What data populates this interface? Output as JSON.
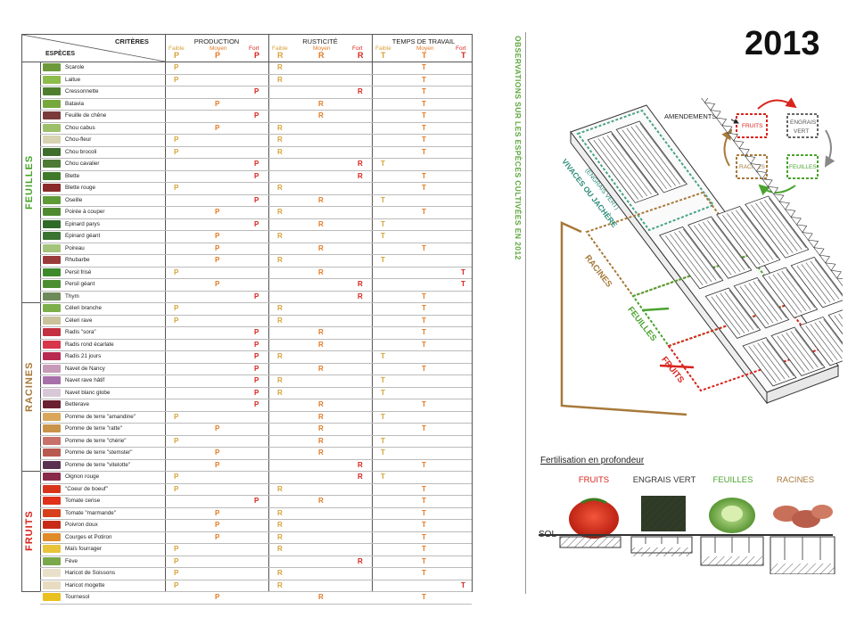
{
  "year": "2013",
  "side_title": "OBSERVATIONS SUR LES ESPÈCES CULTIVÉES EN 2012",
  "table": {
    "corner_criteres": "CRITÈRES",
    "corner_especes": "ESPÈCES",
    "groups": [
      {
        "title": "PRODUCTION",
        "letter": "P"
      },
      {
        "title": "RUSTICITÉ",
        "letter": "R"
      },
      {
        "title": "TEMPS DE TRAVAIL",
        "letter": "T"
      }
    ],
    "levels": [
      "Faible",
      "Moyen",
      "Fort"
    ],
    "categories": [
      {
        "name": "FEUILLES",
        "color": "#4aa32e",
        "start": 0,
        "count": 20
      },
      {
        "name": "RACINES",
        "color": "#a7793a",
        "start": 20,
        "count": 14
      },
      {
        "name": "FRUITS",
        "color": "#d8241c",
        "start": 34,
        "count": 10
      }
    ],
    "rows": [
      {
        "name": "Scarole",
        "p": 0,
        "r": 0,
        "t": 1,
        "thumb": "#6c9a3a"
      },
      {
        "name": "Laitue",
        "p": 0,
        "r": 0,
        "t": 1,
        "thumb": "#8cbc4a"
      },
      {
        "name": "Cressonnette",
        "p": 2,
        "r": 2,
        "t": 1,
        "thumb": "#4f7f2e"
      },
      {
        "name": "Batavia",
        "p": 1,
        "r": 1,
        "t": 1,
        "thumb": "#77a83c"
      },
      {
        "name": "Feuille de chêne",
        "p": 2,
        "r": 1,
        "t": 1,
        "thumb": "#7a3a3a"
      },
      {
        "name": "Chou cabus",
        "p": 1,
        "r": 0,
        "t": 1,
        "thumb": "#9cc06a"
      },
      {
        "name": "Chou-fleur",
        "p": 0,
        "r": 0,
        "t": 1,
        "thumb": "#d7d2b0"
      },
      {
        "name": "Chou brocoli",
        "p": 0,
        "r": 0,
        "t": 1,
        "thumb": "#3f6e2c"
      },
      {
        "name": "Chou cavalier",
        "p": 2,
        "r": 2,
        "t": 0,
        "thumb": "#4e7a36"
      },
      {
        "name": "Blette",
        "p": 2,
        "r": 2,
        "t": 1,
        "thumb": "#3f7a2b"
      },
      {
        "name": "Blette rouge",
        "p": 0,
        "r": 0,
        "t": 1,
        "thumb": "#8a2a2a"
      },
      {
        "name": "Oseille",
        "p": 2,
        "r": 1,
        "t": 0,
        "thumb": "#5e9a36"
      },
      {
        "name": "Poirée à couper",
        "p": 1,
        "r": 0,
        "t": 1,
        "thumb": "#4f8a30"
      },
      {
        "name": "Epinard parys",
        "p": 2,
        "r": 1,
        "t": 0,
        "thumb": "#2f6a28"
      },
      {
        "name": "Epinard géant",
        "p": 1,
        "r": 0,
        "t": 0,
        "thumb": "#3a7430"
      },
      {
        "name": "Poireau",
        "p": 1,
        "r": 1,
        "t": 1,
        "thumb": "#a4c47c"
      },
      {
        "name": "Rhubarbe",
        "p": 1,
        "r": 0,
        "t": 0,
        "thumb": "#9a3a3a"
      },
      {
        "name": "Persil frisé",
        "p": 0,
        "r": 1,
        "t": 2,
        "thumb": "#3d8a2c"
      },
      {
        "name": "Persil géant",
        "p": 1,
        "r": 2,
        "t": 2,
        "thumb": "#4c8f32"
      },
      {
        "name": "Thym",
        "p": 2,
        "r": 2,
        "t": 1,
        "thumb": "#6f8a5a"
      },
      {
        "name": "Céleri branche",
        "p": 0,
        "r": 0,
        "t": 1,
        "thumb": "#7cae4a"
      },
      {
        "name": "Céleri rave",
        "p": 0,
        "r": 0,
        "t": 1,
        "thumb": "#c9c29a"
      },
      {
        "name": "Radis \"sora\"",
        "p": 2,
        "r": 1,
        "t": 1,
        "thumb": "#c43040"
      },
      {
        "name": "Radis rond écarlate",
        "p": 2,
        "r": 1,
        "t": 1,
        "thumb": "#d8344a"
      },
      {
        "name": "Radis 21 jours",
        "p": 2,
        "r": 0,
        "t": 0,
        "thumb": "#b82a50"
      },
      {
        "name": "Navet de Nancy",
        "p": 2,
        "r": 1,
        "t": 1,
        "thumb": "#c79ab8"
      },
      {
        "name": "Navet rave hâtif",
        "p": 2,
        "r": 0,
        "t": 0,
        "thumb": "#a870a8"
      },
      {
        "name": "Navet blanc globe",
        "p": 2,
        "r": 0,
        "t": 0,
        "thumb": "#d7c8d8"
      },
      {
        "name": "Betterave",
        "p": 2,
        "r": 1,
        "t": 1,
        "thumb": "#6a2030"
      },
      {
        "name": "Pomme de terre \"amandine\"",
        "p": 0,
        "r": 1,
        "t": 0,
        "thumb": "#d9a65a"
      },
      {
        "name": "Pomme de terre \"ratte\"",
        "p": 1,
        "r": 1,
        "t": 1,
        "thumb": "#c9944a"
      },
      {
        "name": "Pomme de terre \"chérie\"",
        "p": 0,
        "r": 1,
        "t": 0,
        "thumb": "#c8706a"
      },
      {
        "name": "Pomme de terre \"stemster\"",
        "p": 1,
        "r": 1,
        "t": 0,
        "thumb": "#b85a50"
      },
      {
        "name": "Pomme de terre \"vitelotte\"",
        "p": 1,
        "r": 2,
        "t": 1,
        "thumb": "#5a3050"
      },
      {
        "name": "Oignon rouge",
        "p": 0,
        "r": 2,
        "t": 0,
        "thumb": "#8a2a4a"
      },
      {
        "name": "\"Coeur de boeuf\"",
        "p": 0,
        "r": 0,
        "t": 1,
        "thumb": "#d8341c"
      },
      {
        "name": "Tomate cerise",
        "p": 2,
        "r": 1,
        "t": 1,
        "thumb": "#e0301a"
      },
      {
        "name": "Tomate \"marmande\"",
        "p": 1,
        "r": 0,
        "t": 1,
        "thumb": "#d8401c"
      },
      {
        "name": "Poivron doux",
        "p": 1,
        "r": 0,
        "t": 1,
        "thumb": "#c82a1a"
      },
      {
        "name": "Courges et Potiron",
        "p": 1,
        "r": 0,
        "t": 1,
        "thumb": "#e08a2a"
      },
      {
        "name": "Maïs fourrager",
        "p": 0,
        "r": 0,
        "t": 1,
        "thumb": "#e8c43a"
      },
      {
        "name": "Fève",
        "p": 0,
        "r": 2,
        "t": 1,
        "thumb": "#7aa84a"
      },
      {
        "name": "Haricot de Soissons",
        "p": 0,
        "r": 0,
        "t": 1,
        "thumb": "#e8e0c8"
      },
      {
        "name": "Haricot mogette",
        "p": 0,
        "r": 0,
        "t": 2,
        "thumb": "#e8dcc0"
      },
      {
        "name": "Tournesol",
        "p": 1,
        "r": 1,
        "t": 1,
        "thumb": "#e8c020"
      }
    ]
  },
  "cycle": {
    "amendements": "AMENDEMENTS",
    "fruits": "FRUITS",
    "engrais": "ENGRAIS",
    "vert": "VERT",
    "racines": "RACINES",
    "feuilles": "FEUILLES"
  },
  "greenhouse": {
    "vivaces_label": "VIVACES OU JACHÈRE",
    "engrais_label": "(ENGRAIS VERT)",
    "racines_label": "RACINES",
    "feuilles_label": "FEUILLES",
    "fruits_label": "FRUITS"
  },
  "fertilisation": {
    "title": "Fertilisation en profondeur",
    "columns": [
      {
        "label": "FRUITS",
        "color": "#d8241c"
      },
      {
        "label": "ENGRAIS VERT",
        "color": "#333333"
      },
      {
        "label": "FEUILLES",
        "color": "#4aa32e"
      },
      {
        "label": "RACINES",
        "color": "#a7793a"
      }
    ],
    "sol_label": "SOL"
  }
}
